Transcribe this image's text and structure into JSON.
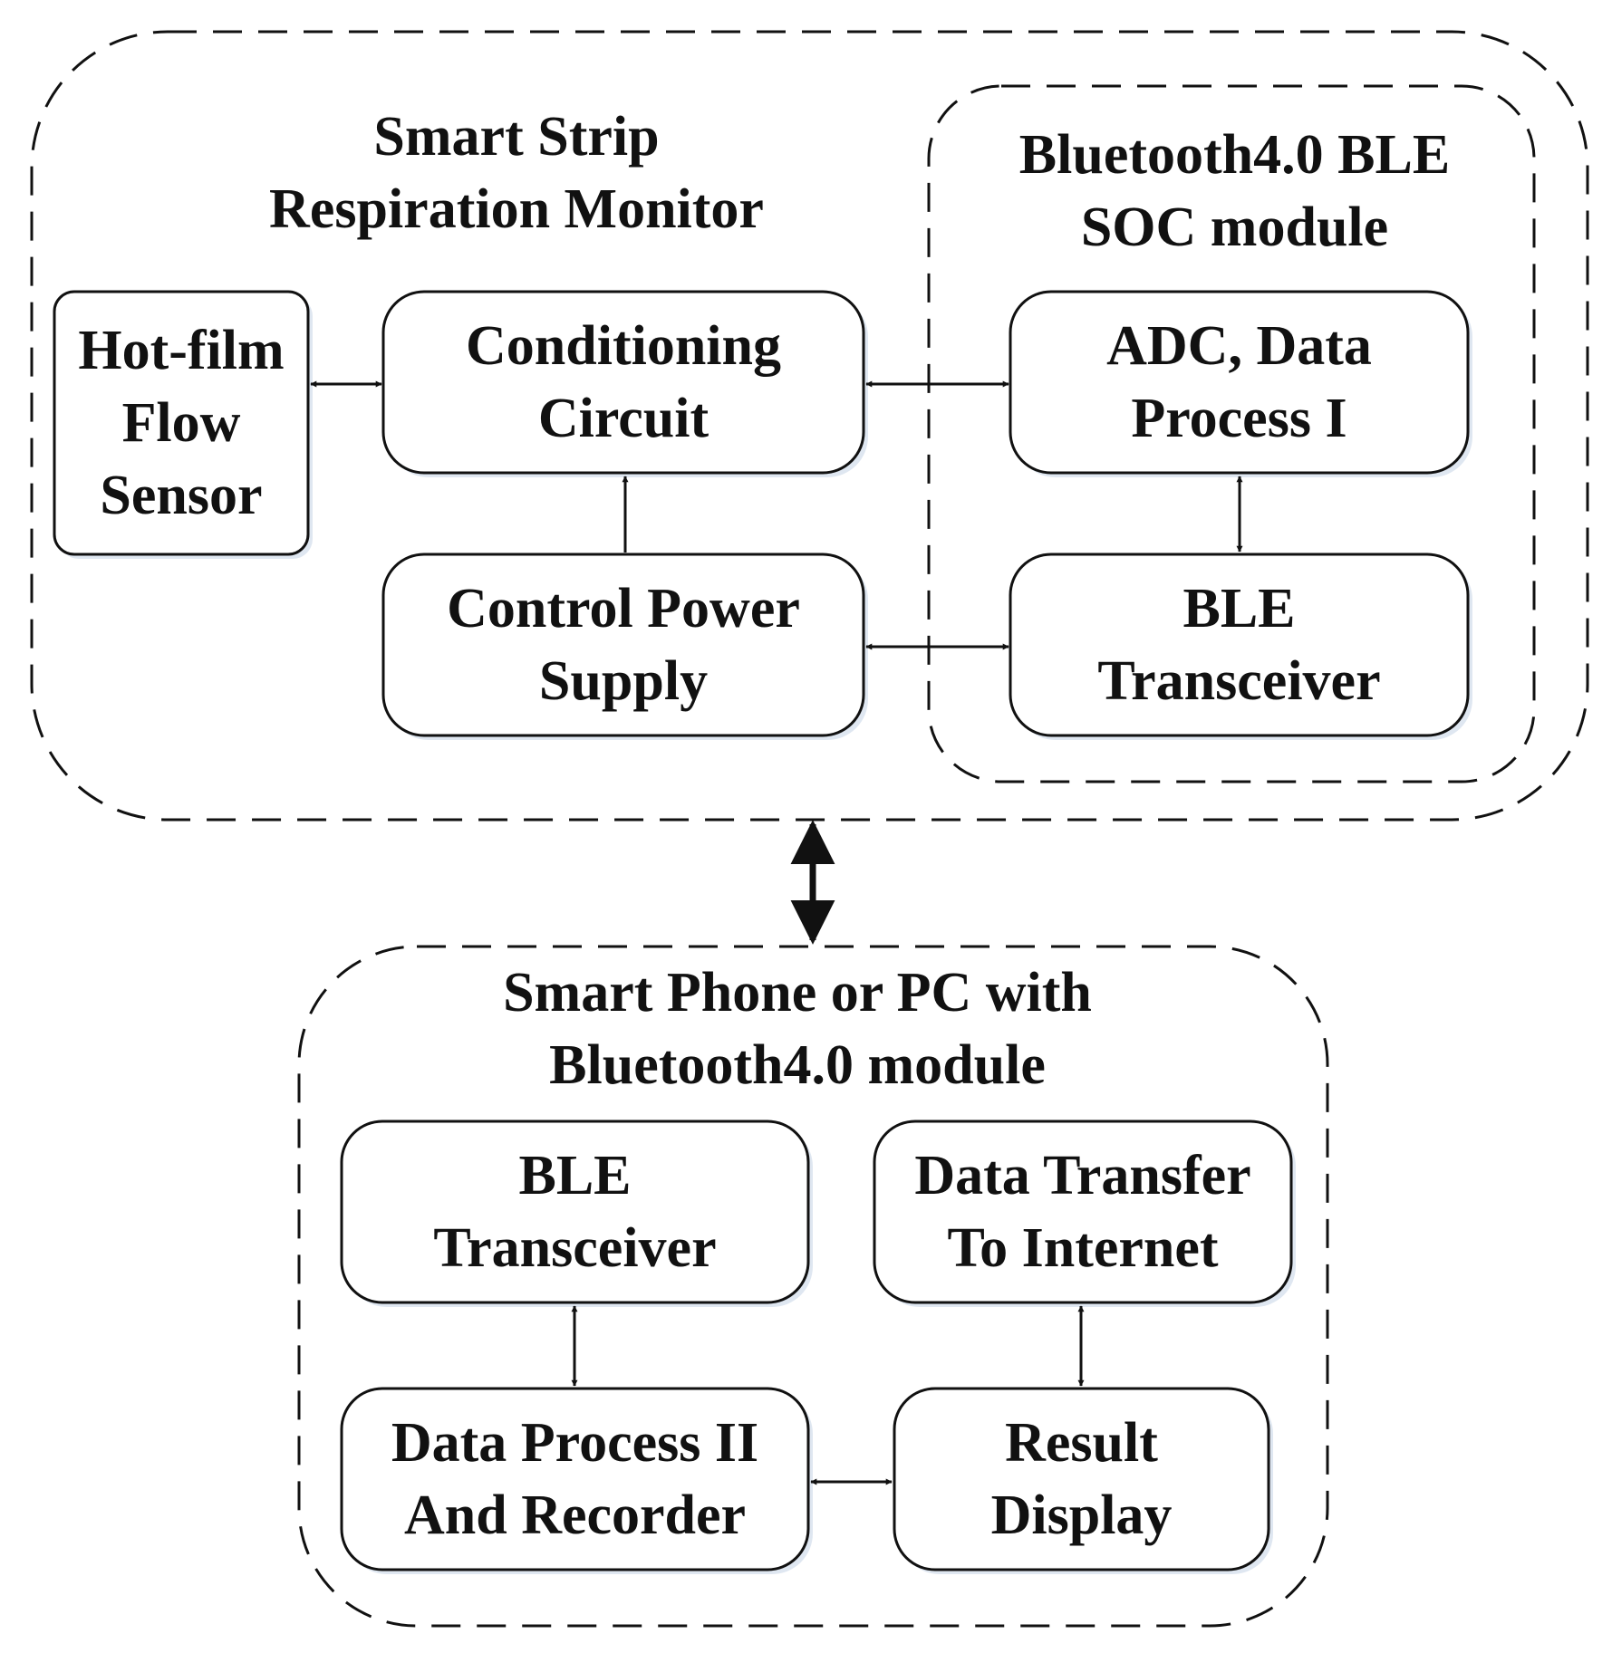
{
  "groups": {
    "strip_monitor": {
      "title_line1": "Smart Strip",
      "title_line2": "Respiration Monitor"
    },
    "ble_soc": {
      "title_line1": "Bluetooth4.0 BLE",
      "title_line2": "SOC module"
    },
    "phone_pc": {
      "title_line1": "Smart Phone or PC with",
      "title_line2": "Bluetooth4.0  module"
    }
  },
  "boxes": {
    "hot_film": {
      "line1": "Hot-film",
      "line2": "Flow",
      "line3": "Sensor"
    },
    "conditioning": {
      "line1": "Conditioning",
      "line2": "Circuit"
    },
    "power_supply": {
      "line1": "Control Power",
      "line2": "Supply"
    },
    "adc": {
      "line1": "ADC, Data",
      "line2": "Process I"
    },
    "ble_tx_module": {
      "line1": "BLE",
      "line2": "Transceiver"
    },
    "ble_tx_phone": {
      "line1": "BLE",
      "line2": "Transceiver"
    },
    "data_transfer": {
      "line1": "Data Transfer",
      "line2": "To Internet"
    },
    "data_process": {
      "line1": "Data Process II",
      "line2": "And Recorder"
    },
    "result_display": {
      "line1": "Result",
      "line2": "Display"
    }
  },
  "colors": {
    "stroke": "#111111",
    "shadow": "#dfe7f1",
    "background": "#ffffff"
  }
}
